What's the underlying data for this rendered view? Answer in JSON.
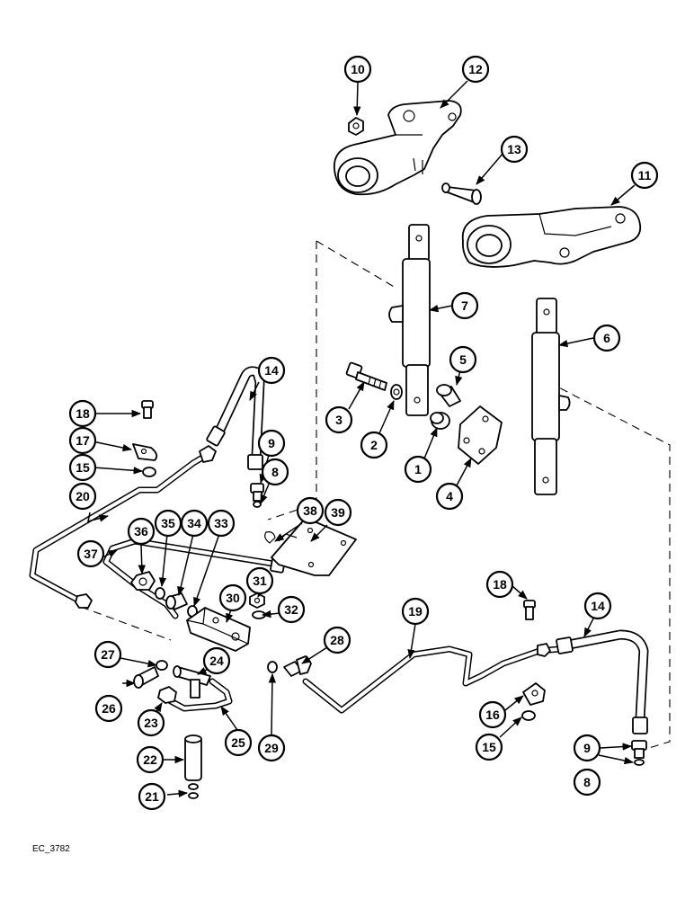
{
  "figure": {
    "reference_code": "EC_3782",
    "callout_numbers": [
      "1",
      "2",
      "3",
      "4",
      "5",
      "6",
      "7",
      "8",
      "9",
      "10",
      "11",
      "12",
      "13",
      "14",
      "15",
      "16",
      "17",
      "18",
      "19",
      "20",
      "21",
      "22",
      "23",
      "24",
      "25",
      "26",
      "27",
      "28",
      "29",
      "30",
      "31",
      "32",
      "33",
      "34",
      "35",
      "36",
      "37",
      "38",
      "39"
    ]
  }
}
